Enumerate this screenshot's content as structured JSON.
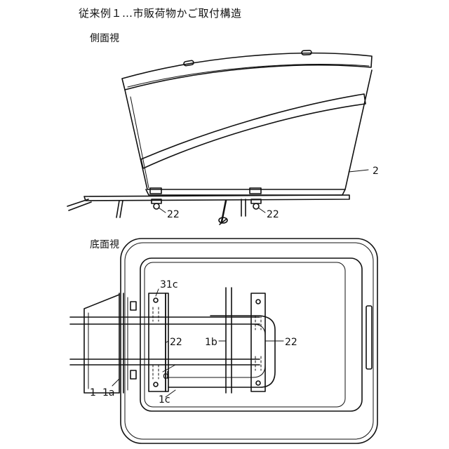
{
  "title": "従来例１…市販荷物かご取付構造",
  "views": {
    "side": "側面視",
    "bottom": "底面視"
  },
  "refs": {
    "box": "2",
    "clamp_left": "22",
    "clamp_right": "22",
    "clamp_31c": "31c",
    "clamp_mid": "22",
    "rod_1b": "1b",
    "clamp_far": "22",
    "label_d": "d",
    "rear_1": "1",
    "rear_1a": "1a",
    "rail_1c": "1c"
  },
  "colors": {
    "line": "#111111",
    "background": "#ffffff"
  }
}
